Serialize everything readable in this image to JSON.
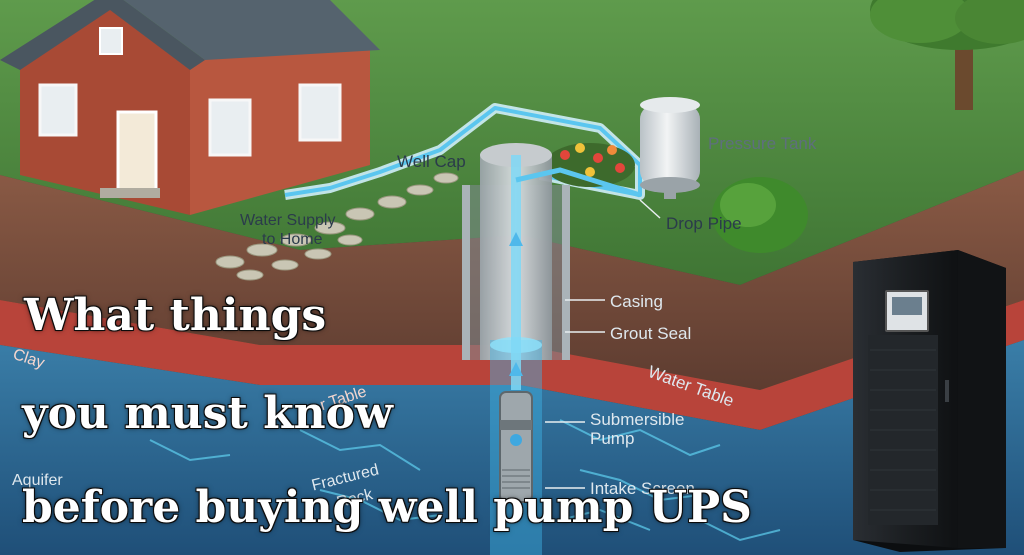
{
  "headline": {
    "line1": "What things",
    "line2": "you must know",
    "line3": "before buying well pump UPS"
  },
  "labels": {
    "well_cap": "Well Cap",
    "pressure_tank": "Pressure Tank",
    "drop_pipe": "Drop Pipe",
    "water_supply_line1": "Water Supply",
    "water_supply_line2": "to Home",
    "casing": "Casing",
    "grout_seal": "Grout Seal",
    "water_table_right": "Water Table",
    "water_table_left": "r Table",
    "submersible_line1": "Submersible",
    "submersible_line2": "Pump",
    "intake_screen": "Intake Screen",
    "clay": "Clay",
    "aquifer": "Aquifer",
    "fractured_line1": "Fractured",
    "fractured_line2": "Rock"
  },
  "icons": {
    "house": "house-icon",
    "tree": "tree-icon",
    "ups": "ups-cabinet-icon"
  },
  "colors": {
    "grass": "#4f8a3f",
    "soil": "#7a5040",
    "clay_band": "#b8443a",
    "aquifer": "#2f6f99",
    "water": "#4fc3ee",
    "ups_body": "#1c1f22"
  }
}
